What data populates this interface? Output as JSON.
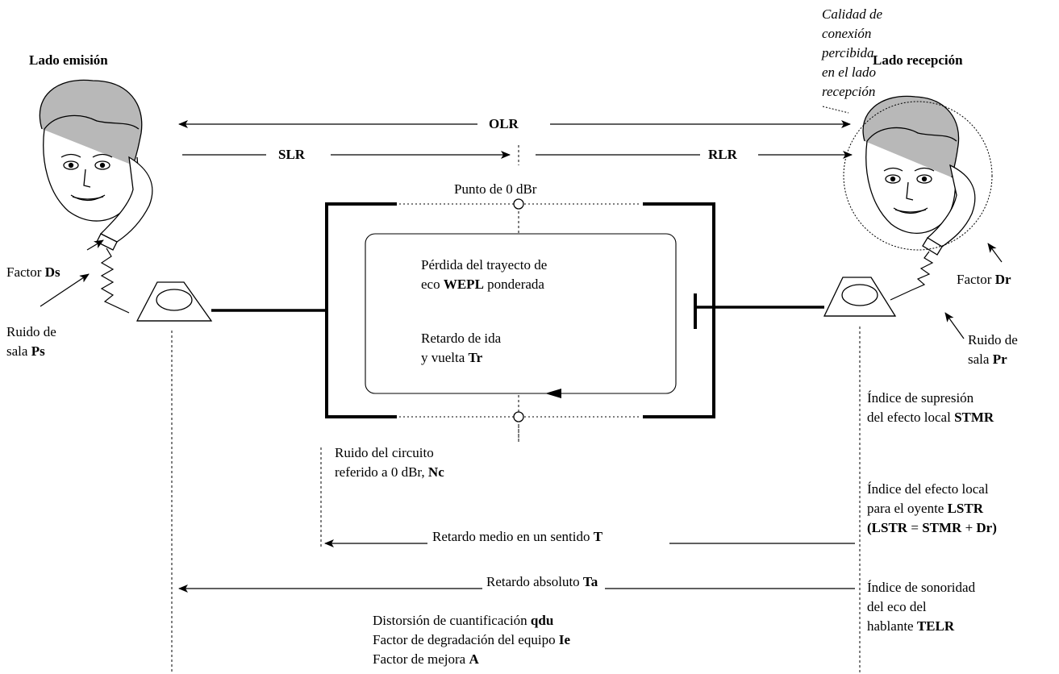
{
  "left_side": {
    "title": "Lado emisión",
    "factor_prefix": "Factor ",
    "factor_value": "Ds",
    "noise_line1": "Ruido de",
    "noise_prefix": "sala ",
    "noise_value": "Ps"
  },
  "right_side": {
    "title": "Lado recepción",
    "quality_lines": [
      "Calidad de",
      "conexión",
      "percibida",
      "en el lado",
      "recepción"
    ],
    "factor_prefix": "Factor ",
    "factor_value": "Dr",
    "noise_line1": "Ruido de",
    "noise_prefix": "sala ",
    "noise_value": "Pr"
  },
  "loudness": {
    "olr": "OLR",
    "slr": "SLR",
    "rlr": "RLR"
  },
  "circuit": {
    "zero_point": "Punto de 0 dBr",
    "echo_line1": "Pérdida del trayecto de",
    "echo_prefix": "eco ",
    "echo_value": "WEPL",
    "echo_suffix": " ponderada",
    "delay_line1": "Retardo de ida",
    "delay_prefix": "y vuelta ",
    "delay_value": "Tr",
    "noise_line1": "Ruido del circuito",
    "noise_prefix": "referido a 0 dBr, ",
    "noise_value": "Nc"
  },
  "delays": {
    "mean_prefix": "Retardo medio en un sentido ",
    "mean_value": "T",
    "abs_prefix": "Retardo absoluto ",
    "abs_value": "Ta"
  },
  "impairments": {
    "qdu_prefix": "Distorsión de cuantificación ",
    "qdu_value": "qdu",
    "ie_prefix": "Factor de degradación del equipo ",
    "ie_value": "Ie",
    "a_prefix": "Factor de mejora ",
    "a_value": "A"
  },
  "right_params": {
    "stmr_line1": "Índice de supresión",
    "stmr_prefix": "del efecto local ",
    "stmr_value": "STMR",
    "lstr_line1": "Índice del efecto local",
    "lstr_prefix": "para el oyente ",
    "lstr_value": "LSTR",
    "formula_open": "(",
    "formula_lstr": "LSTR",
    "formula_eq": " = ",
    "formula_stmr": "STMR",
    "formula_plus": " + ",
    "formula_dr": "Dr",
    "formula_close": ")",
    "telr_line1": "Índice de sonoridad",
    "telr_line2": "del eco del",
    "telr_prefix": "hablante ",
    "telr_value": "TELR"
  }
}
